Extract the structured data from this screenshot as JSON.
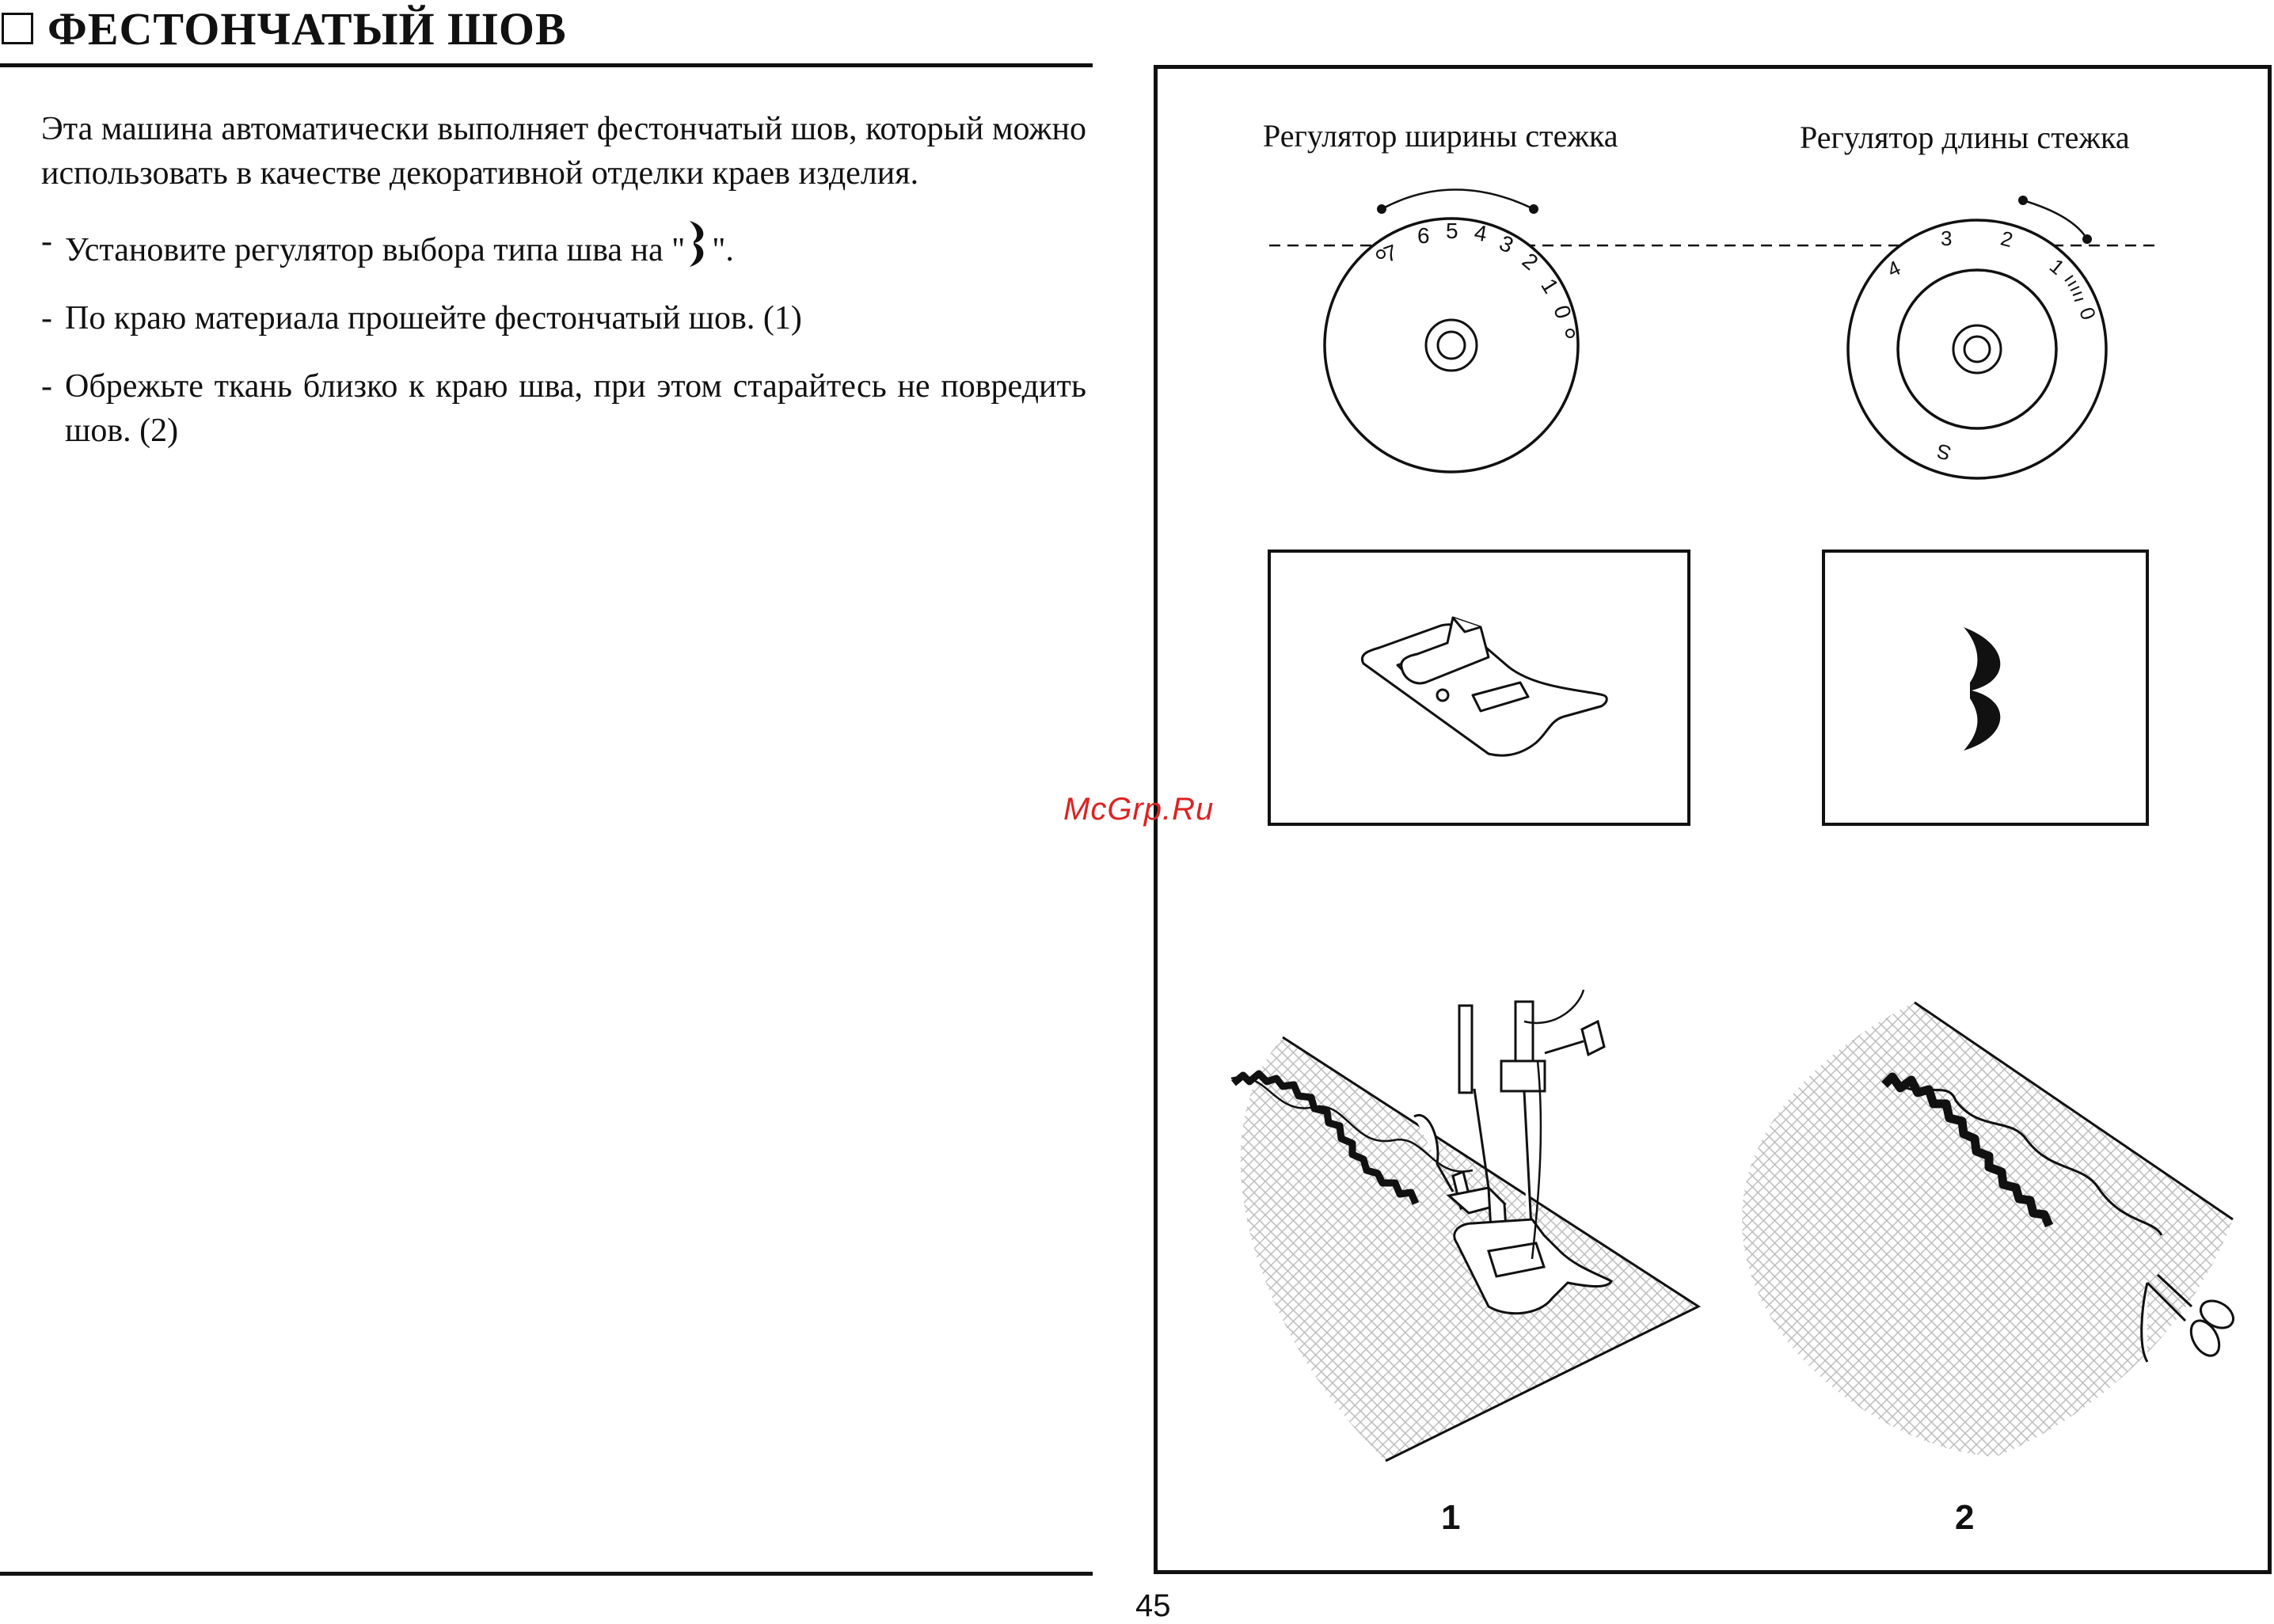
{
  "title": "ФЕСТОНЧАТЫЙ ШОВ",
  "intro": "Эта машина автоматически выполняет фестончатый шов, который можно использовать в качестве декоративной отделки краев изделия.",
  "steps": [
    {
      "before": "Установите регулятор выбора типа шва на \"",
      "after": "\"."
    },
    {
      "text": "По краю материала прошейте фестончатый шов. (1)"
    },
    {
      "text": "Обрежьте ткань близко к краю шва, при этом старайтесь не повредить шов. (2)"
    }
  ],
  "dial_width": {
    "label": "Регулятор ширины стежка",
    "marks": [
      "7",
      "6",
      "5",
      "4",
      "3",
      "2",
      "1",
      "0"
    ]
  },
  "dial_length": {
    "label": "Регулятор длины стежка",
    "marks": [
      "4",
      "3",
      "2",
      "1",
      "0",
      "S"
    ]
  },
  "figures": [
    "1",
    "2"
  ],
  "page_number": "45",
  "watermark": "McGrp.Ru"
}
